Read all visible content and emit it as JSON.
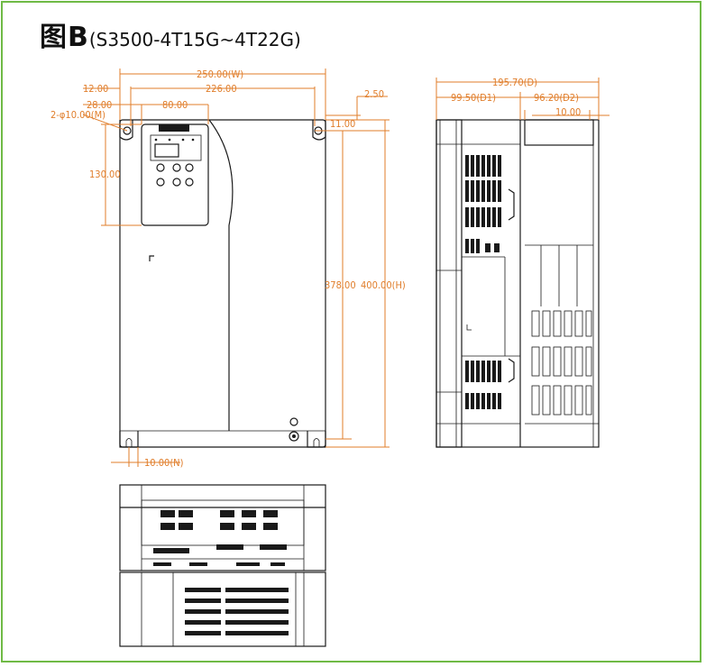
{
  "title": {
    "prefix": "图B",
    "model": "(S3500-4T15G~4T22G)"
  },
  "dimensions": {
    "w": "250.00(W)",
    "w_inner": "226.00",
    "left_offset": "12.00",
    "keypad_offset": "28.00",
    "keypad_width": "80.00",
    "hole": "2-φ10.00(M)",
    "top_margin": "2.50",
    "hole_offset": "11.00",
    "keypad_height": "130.00",
    "h_inner": "378.00",
    "h": "400.00(H)",
    "bottom_n": "10.00(N)",
    "depth": "195.70(D)",
    "d1": "99.50(D1)",
    "d2": "96.20(D2)",
    "fan_offset": "10.00"
  },
  "colors": {
    "frame": "#6fba45",
    "dimension": "#e07d2a",
    "outline": "#1a1a1a"
  }
}
